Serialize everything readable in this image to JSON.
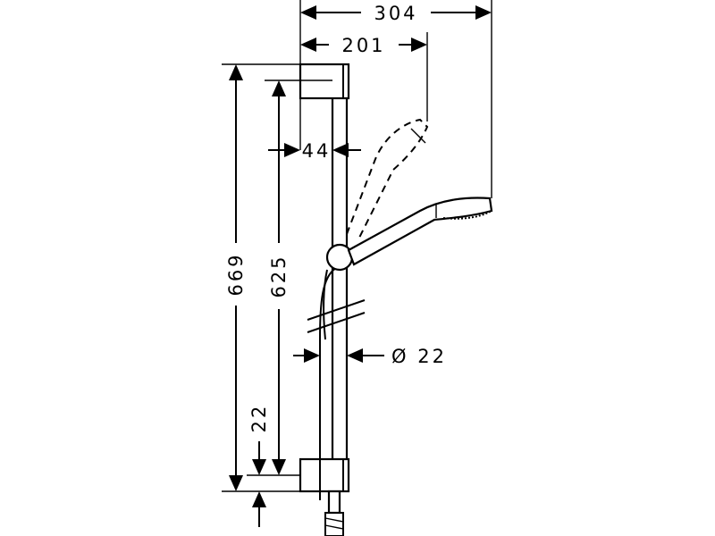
{
  "dimensions": {
    "overall_width": "304",
    "handshower_reach": "201",
    "wall_offset": "44",
    "total_height": "669",
    "rail_length": "625",
    "bottom_offset": "22",
    "rail_diameter": "Ø 22"
  }
}
